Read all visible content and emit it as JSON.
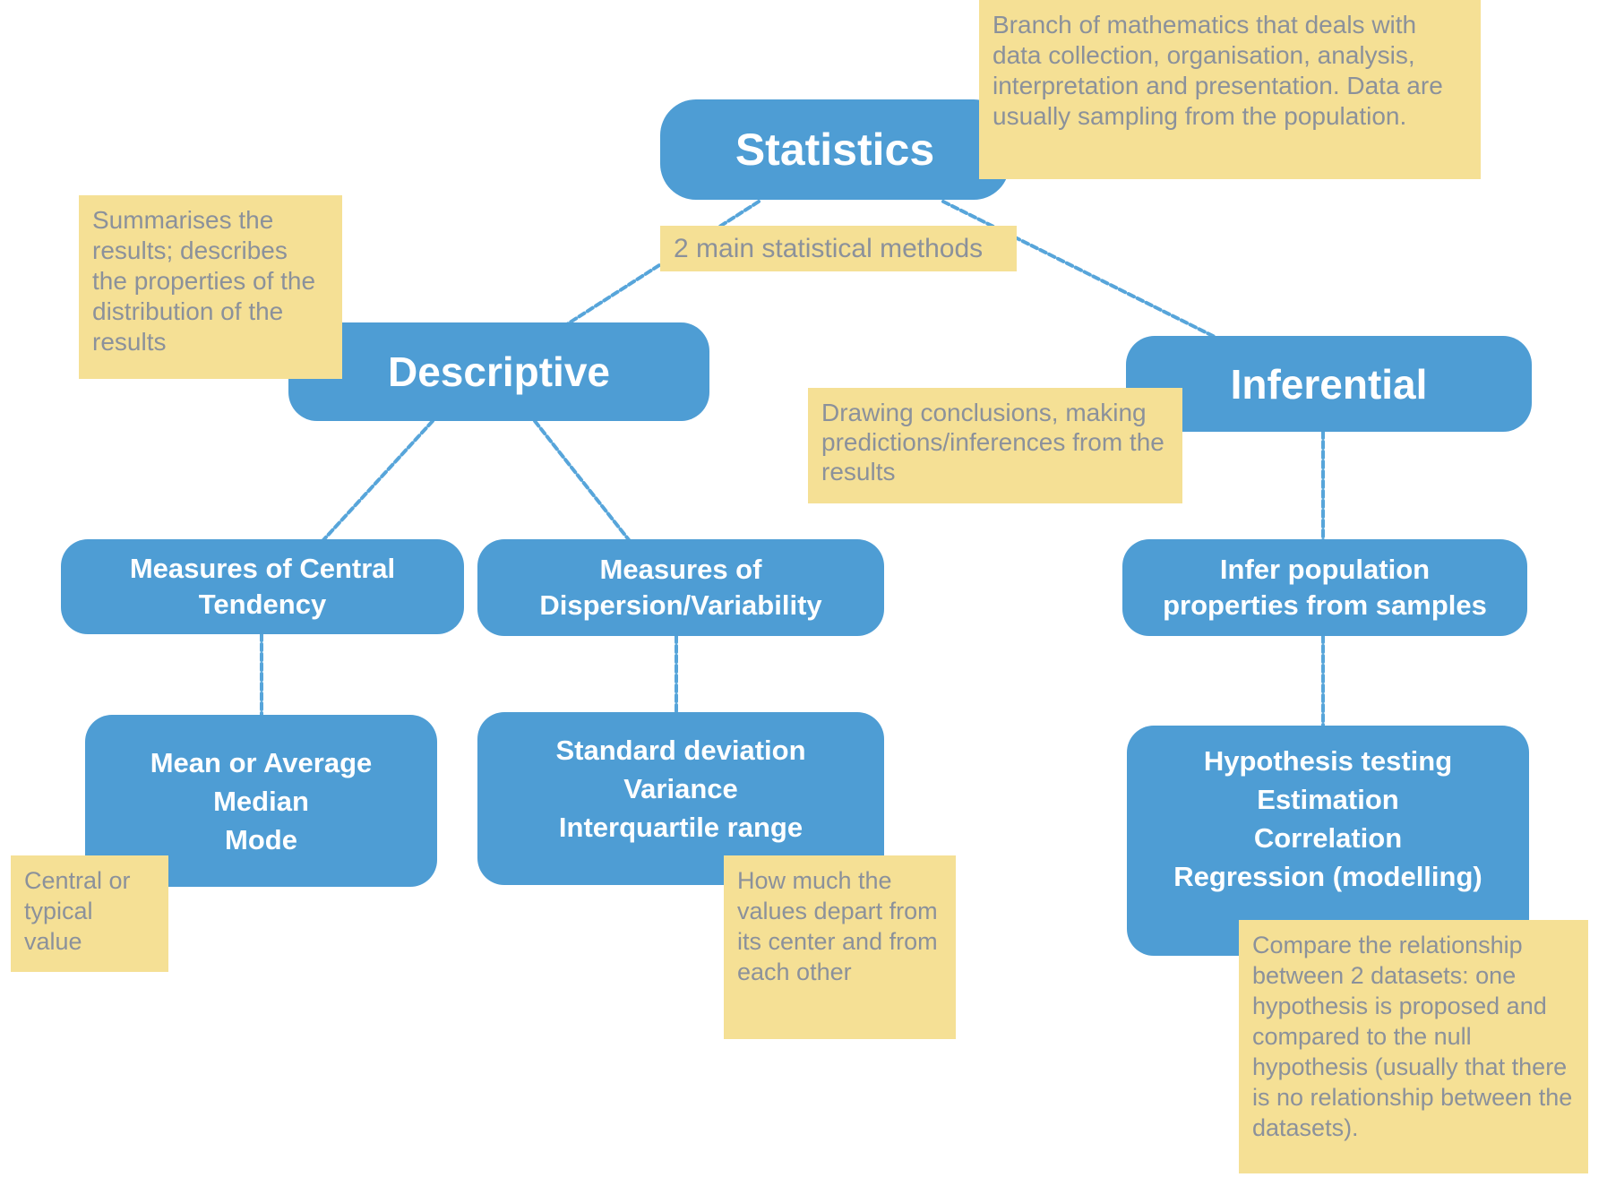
{
  "colors": {
    "node_blue": "#4e9dd4",
    "note_yellow": "#f5e095",
    "note_text": "#8b919b",
    "node_text": "#ffffff",
    "connector_blue": "#57a5da"
  },
  "root": {
    "label": "Statistics",
    "definition": "Branch of mathematics that deals with data collection, organisation, analysis, interpretation and presentation. Data are usually sampling from the population."
  },
  "branch_label": "2 main statistical methods",
  "branches": {
    "descriptive": {
      "label": "Descriptive",
      "definition": "Summarises the results; describes the properties of the distribution of the results",
      "children": {
        "central_tendency": {
          "line1": "Measures of Central",
          "line2": "Tendency",
          "examples": {
            "line1": "Mean or Average",
            "line2": "Median",
            "line3": "Mode",
            "definition": "Central or typical value"
          }
        },
        "dispersion": {
          "line1": "Measures of",
          "line2": "Dispersion/Variability",
          "examples": {
            "line1": "Standard deviation",
            "line2": "Variance",
            "line3": "Interquartile range",
            "definition": "How much the values depart from its center and from each other"
          }
        }
      }
    },
    "inferential": {
      "label": "Inferential",
      "definition": "Drawing conclusions, making predictions/inferences  from the results",
      "children": {
        "infer_population": {
          "line1": "Infer population",
          "line2": "properties from samples",
          "methods": {
            "line1": "Hypothesis testing",
            "line2": "Estimation",
            "line3": "Correlation",
            "line4": "Regression (modelling)",
            "definition": "Compare the relationship between 2 datasets: one hypothesis is proposed  and compared to the null hypothesis (usually that there is no relationship between the datasets)."
          }
        }
      }
    }
  }
}
